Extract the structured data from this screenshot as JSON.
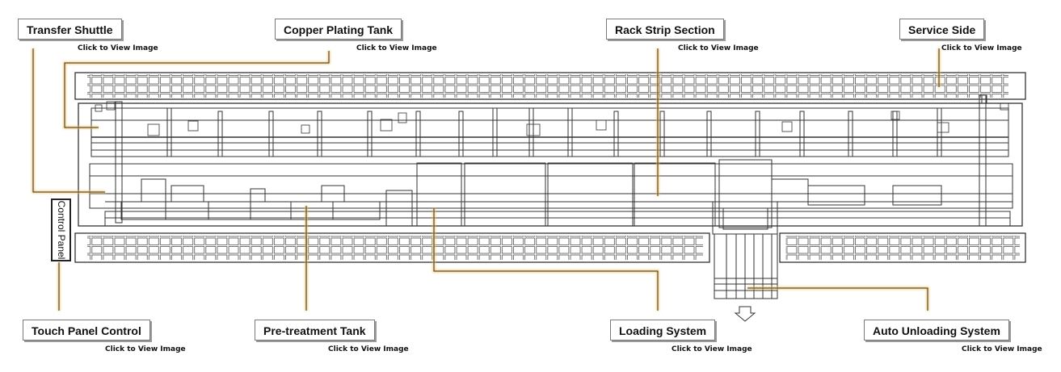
{
  "labels": {
    "transfer_shuttle": "Transfer Shuttle",
    "copper_plating_tank": "Copper Plating Tank",
    "rack_strip_section": "Rack Strip Section",
    "service_side": "Service Side",
    "touch_panel_control": "Touch Panel Control",
    "pretreatment_tank": "Pre-treatment Tank",
    "loading_system": "Loading System",
    "auto_unloading_system": "Auto Unloading System"
  },
  "view_image_text": "Click to View Image",
  "control_panel_text": "Control Panel",
  "colors": {
    "leader_line": "#f4c25a",
    "drawing_line": "#333333",
    "grid_line": "#555555"
  }
}
